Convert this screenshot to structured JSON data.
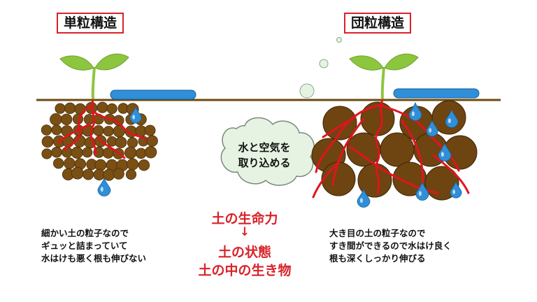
{
  "left_panel": {
    "title": "単粒構造",
    "caption_lines": [
      "細かい土の粒子なので",
      "ギュッと詰まっていて",
      "水はけも悪く根も伸びない"
    ]
  },
  "right_panel": {
    "title": "団粒構造",
    "caption_lines": [
      "大き目の土の粒子なので",
      "すき間ができるので水はけ良く",
      "根も深くしっかり伸びる"
    ]
  },
  "cloud": {
    "lines": [
      "水と空気を",
      "取り込める"
    ]
  },
  "center": {
    "heading": "土の生命力",
    "arrow": "↓",
    "lines": [
      "土の状態",
      "土の中の生き物"
    ]
  },
  "colors": {
    "soil_particle": "#7a4f14",
    "soil_particle_large": "#6e4410",
    "root": "#e0141e",
    "water": "#2f8fd8",
    "ground_line": "#6b4a12",
    "leaf": "#8cc63f",
    "title_border": "#d8232a",
    "bubble": "#e6f3e3"
  },
  "icons": [
    "seedling-icon",
    "water-drop-icon",
    "air-bubble-icon",
    "cloud-icon"
  ]
}
